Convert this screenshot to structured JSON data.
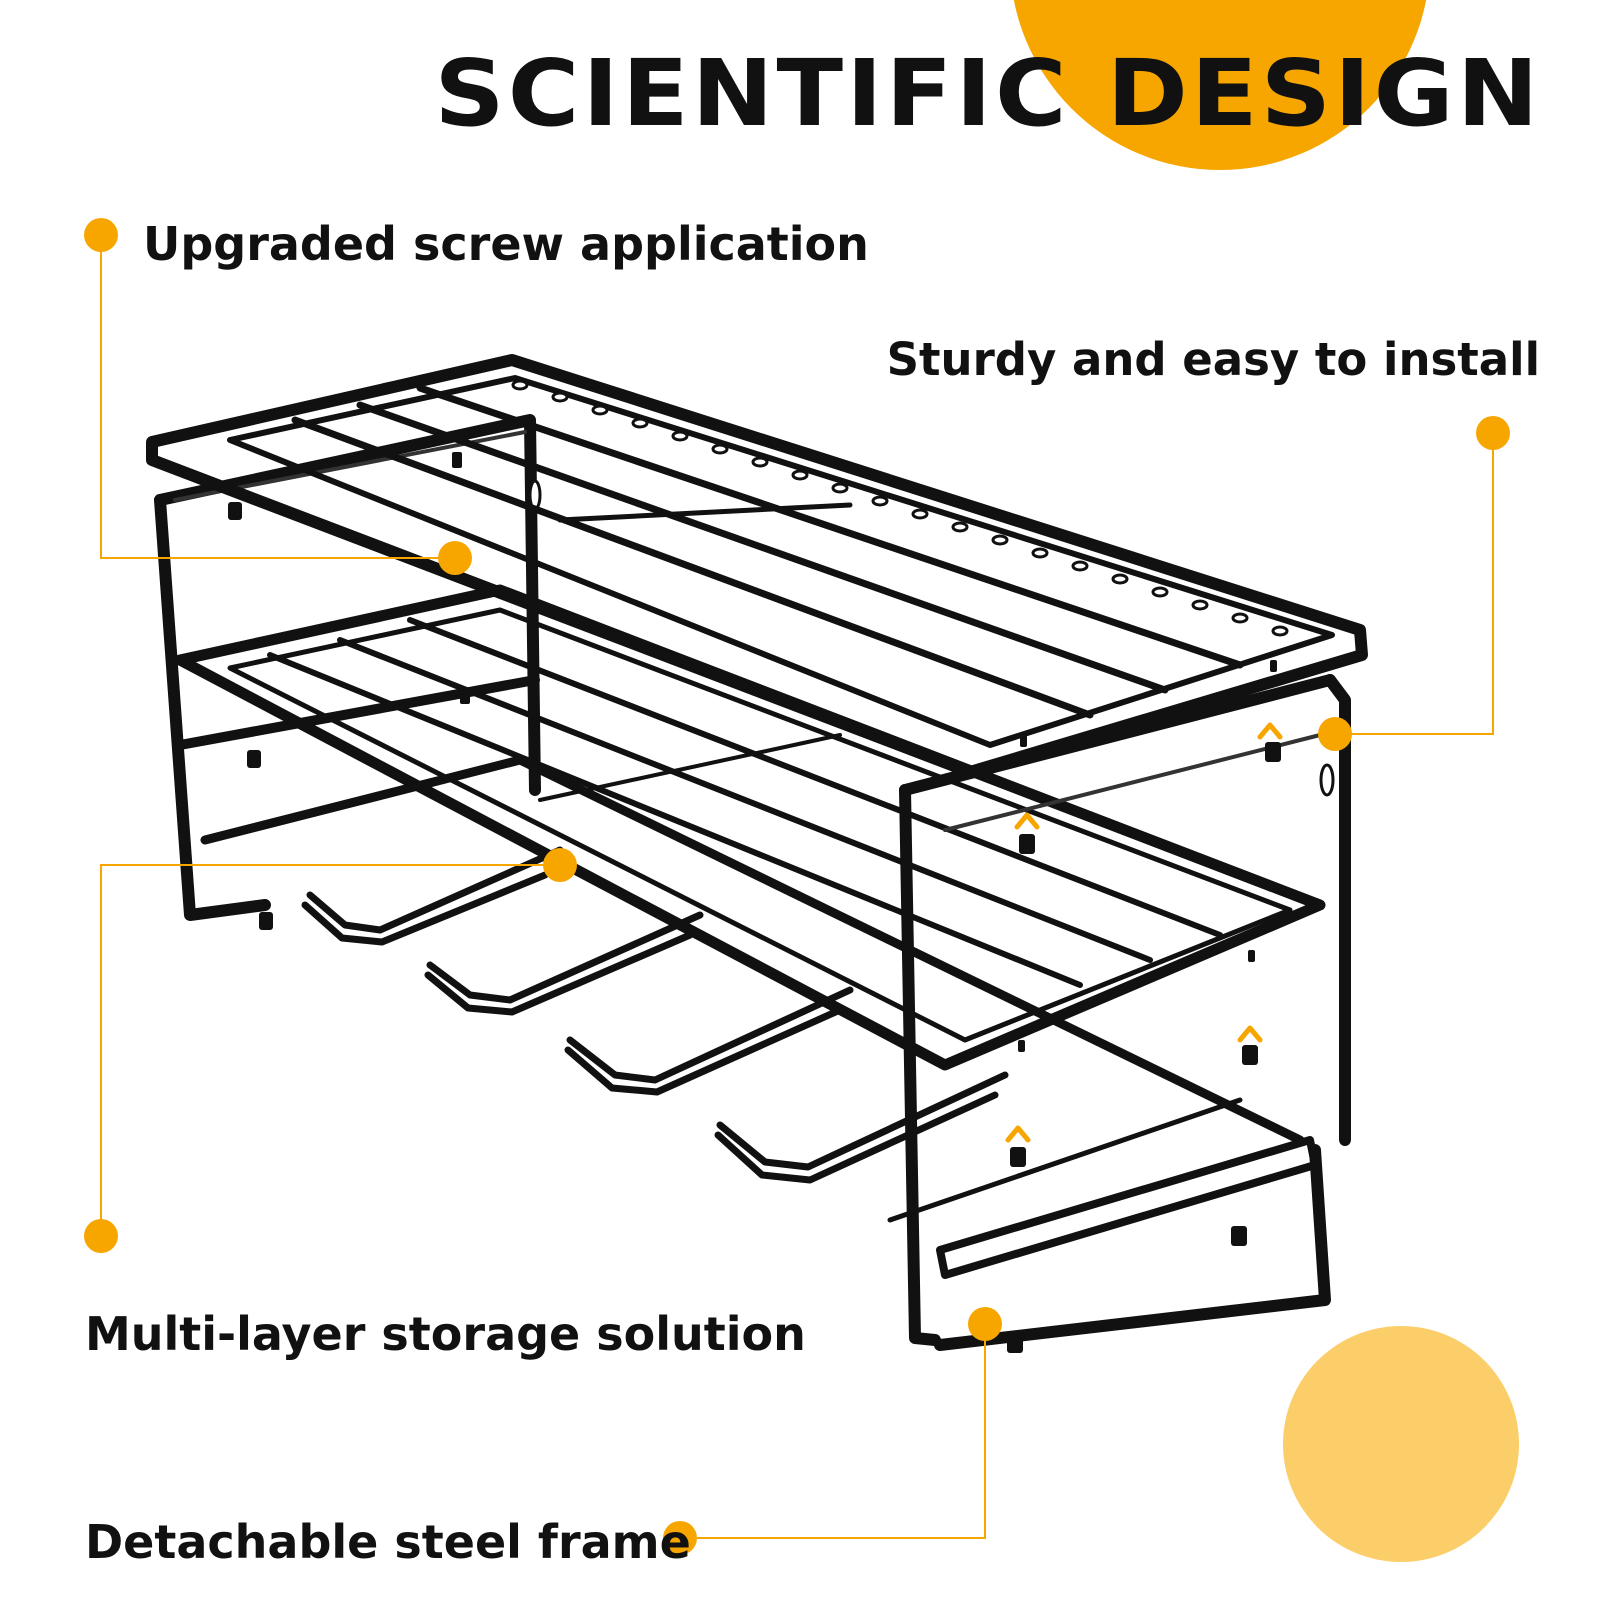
{
  "title": "SCIENTIFIC DESIGN",
  "features": [
    {
      "label": "Upgraded screw application"
    },
    {
      "label": "Sturdy and easy to install"
    },
    {
      "label": "Multi-layer storage solution"
    },
    {
      "label": "Detachable steel frame"
    }
  ],
  "colors": {
    "accent": "#f7a600",
    "accent_light": "#fcce6a",
    "frame": "#111111",
    "text": "#111111"
  }
}
